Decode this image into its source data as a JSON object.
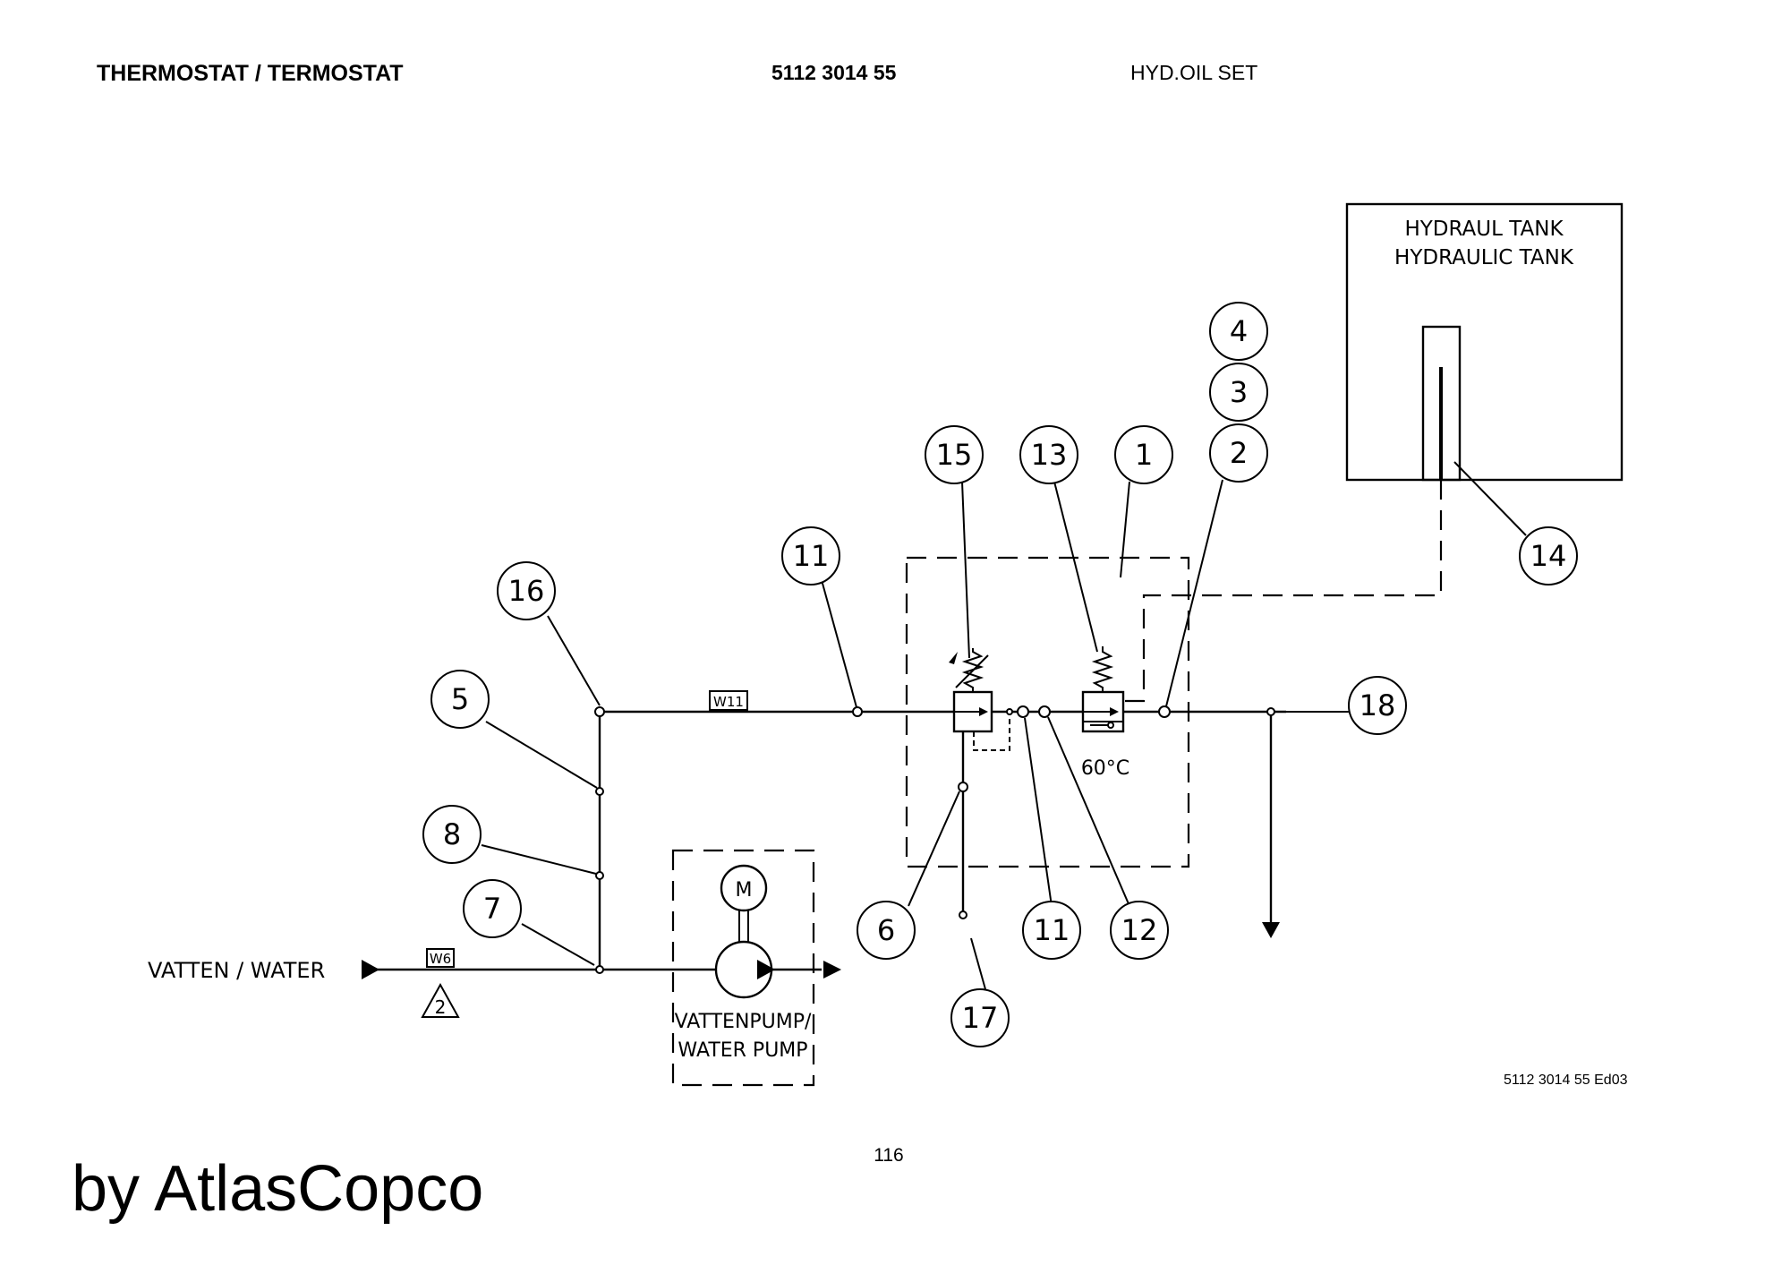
{
  "header": {
    "title": "THERMOSTAT / TERMOSTAT",
    "part_number": "5112 3014 55",
    "set_name": "HYD.OIL SET"
  },
  "labels": {
    "water_inlet": "VATTEN / WATER",
    "pump_line1": "VATTENPUMP/",
    "pump_line2": "WATER PUMP",
    "motor": "M",
    "tank_line1": "HYDRAUL TANK",
    "tank_line2": "HYDRAULIC TANK",
    "temperature": "60°C",
    "tag_w11": "W11",
    "tag_w6": "W6",
    "triangle_note": "2"
  },
  "balloons": {
    "b4": "4",
    "b3": "3",
    "b2": "2",
    "b15": "15",
    "b13": "13",
    "b1": "1",
    "b11_top": "11",
    "b16": "16",
    "b14": "14",
    "b5": "5",
    "b18": "18",
    "b8": "8",
    "b7": "7",
    "b6": "6",
    "b11_bottom": "11",
    "b12": "12",
    "b17": "17"
  },
  "footer": {
    "edition": "5112 3014 55  Ed03",
    "page_number": "116",
    "watermark": "by AtlasCopco"
  },
  "colors": {
    "ink": "#000000",
    "background": "#ffffff"
  }
}
